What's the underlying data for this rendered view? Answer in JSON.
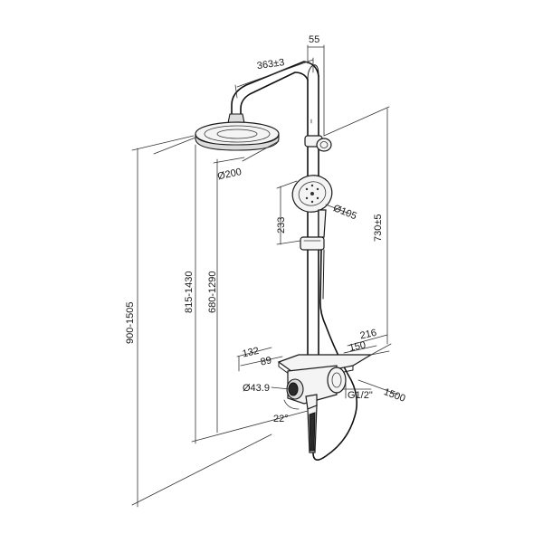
{
  "dimensions": {
    "head_arm_length": "363±3",
    "arm_offset": "55",
    "head_diameter": "Ø200",
    "hand_shower_diameter": "Ø105",
    "holder_height": "233",
    "hose_holder_range": "730±5",
    "total_height_range": "900-1505",
    "head_height_range": "815-1430",
    "rail_range": "680-1290",
    "shelf_depth": "216",
    "shelf_width": "150",
    "mixer_depth": "132",
    "mixer_offset": "89",
    "handle_diameter": "Ø43.9",
    "handle_angle": "22°",
    "inlet_thread": "G1/2\"",
    "hose_length": "1500"
  }
}
